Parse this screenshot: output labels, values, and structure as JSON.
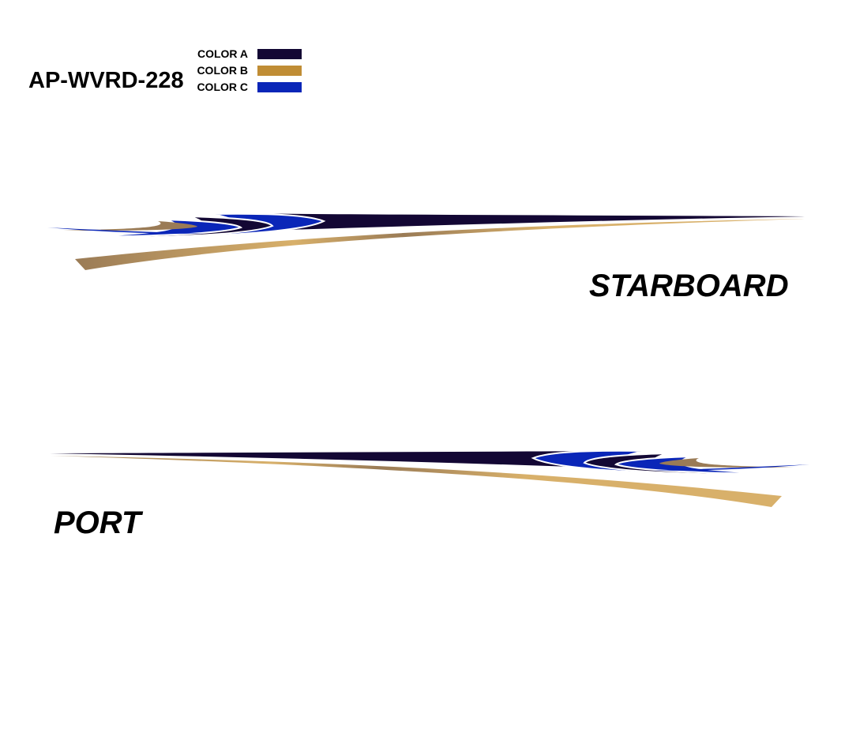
{
  "product": {
    "code": "AP-WVRD-228"
  },
  "legend": {
    "items": [
      {
        "label": "COLOR A",
        "color": "#130734"
      },
      {
        "label": "COLOR B",
        "color": "#c08d35"
      },
      {
        "label": "COLOR C",
        "color": "#0a26b8"
      }
    ]
  },
  "views": {
    "starboard": {
      "label": "STARBOARD"
    },
    "port": {
      "label": "PORT"
    }
  },
  "palette": {
    "gold_light": "#d8b06a",
    "gold_dark": "#9a7b56",
    "navy": "#130734",
    "blue": "#0a26b8",
    "white": "#ffffff"
  }
}
